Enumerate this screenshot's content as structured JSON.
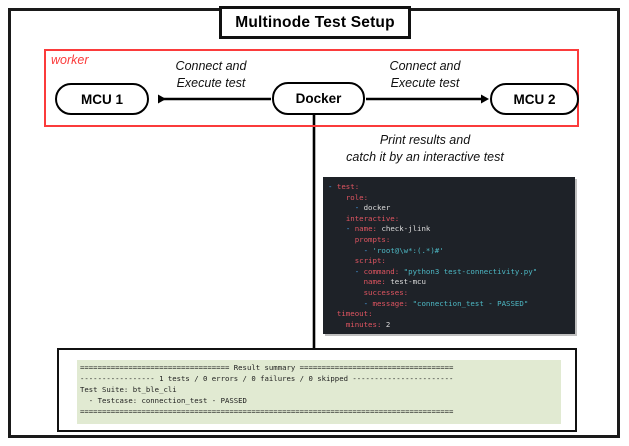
{
  "title": {
    "text": "Multinode Test Setup"
  },
  "worker": {
    "label": "worker"
  },
  "nodes": {
    "mcu1": "MCU 1",
    "docker": "Docker",
    "mcu2": "MCU 2"
  },
  "edges": {
    "left": {
      "line1": "Connect and",
      "line2": "Execute test"
    },
    "right": {
      "line1": "Connect and",
      "line2": "Execute test"
    },
    "down": {
      "line1": "Print results and",
      "line2": "catch it by an interactive test"
    }
  },
  "terminal": {
    "lines": [
      [
        {
          "t": "- ",
          "c": "d"
        },
        {
          "t": "test",
          "c": "k"
        },
        {
          "t": ":",
          "c": "k"
        }
      ],
      [
        {
          "t": "    ",
          "c": "v"
        },
        {
          "t": "role",
          "c": "k"
        },
        {
          "t": ":",
          "c": "k"
        }
      ],
      [
        {
          "t": "      ",
          "c": "v"
        },
        {
          "t": "- ",
          "c": "d"
        },
        {
          "t": "docker",
          "c": "v"
        }
      ],
      [
        {
          "t": "    ",
          "c": "v"
        },
        {
          "t": "interactive",
          "c": "k"
        },
        {
          "t": ":",
          "c": "k"
        }
      ],
      [
        {
          "t": "    ",
          "c": "v"
        },
        {
          "t": "- ",
          "c": "d"
        },
        {
          "t": "name",
          "c": "k"
        },
        {
          "t": ": ",
          "c": "k"
        },
        {
          "t": "check-jlink",
          "c": "v"
        }
      ],
      [
        {
          "t": "      ",
          "c": "v"
        },
        {
          "t": "prompts",
          "c": "k"
        },
        {
          "t": ":",
          "c": "k"
        }
      ],
      [
        {
          "t": "        ",
          "c": "v"
        },
        {
          "t": "- ",
          "c": "d"
        },
        {
          "t": "'root@\\w*:(.*)#'",
          "c": "s"
        }
      ],
      [
        {
          "t": "      ",
          "c": "v"
        },
        {
          "t": "script",
          "c": "k"
        },
        {
          "t": ":",
          "c": "k"
        }
      ],
      [
        {
          "t": "      ",
          "c": "v"
        },
        {
          "t": "- ",
          "c": "d"
        },
        {
          "t": "command",
          "c": "k"
        },
        {
          "t": ": ",
          "c": "k"
        },
        {
          "t": "\"python3 test-connectivity.py\"",
          "c": "s"
        }
      ],
      [
        {
          "t": "        ",
          "c": "v"
        },
        {
          "t": "name",
          "c": "k"
        },
        {
          "t": ": ",
          "c": "k"
        },
        {
          "t": "test-mcu",
          "c": "v"
        }
      ],
      [
        {
          "t": "        ",
          "c": "v"
        },
        {
          "t": "successes",
          "c": "k"
        },
        {
          "t": ":",
          "c": "k"
        }
      ],
      [
        {
          "t": "        ",
          "c": "v"
        },
        {
          "t": "- ",
          "c": "d"
        },
        {
          "t": "message",
          "c": "k"
        },
        {
          "t": ": ",
          "c": "k"
        },
        {
          "t": "\"connection_test - PASSED\"",
          "c": "s"
        }
      ],
      [
        {
          "t": "  ",
          "c": "v"
        },
        {
          "t": "timeout",
          "c": "k"
        },
        {
          "t": ":",
          "c": "k"
        }
      ],
      [
        {
          "t": "    ",
          "c": "v"
        },
        {
          "t": "minutes",
          "c": "k"
        },
        {
          "t": ": ",
          "c": "k"
        },
        {
          "t": "2",
          "c": "v"
        }
      ]
    ]
  },
  "result_summary": {
    "lines": [
      "================================== Result summary ===================================",
      "----------------- 1 tests / 0 errors / 0 failures / 0 skipped -----------------------",
      "Test Suite: bt_ble_cli",
      "  - Testcase: connection_test - PASSED",
      "====================================================================================="
    ]
  },
  "colors": {
    "worker_red": "#fb3b3b",
    "terminal_bg": "#1e2228",
    "result_bg": "#e1ead2",
    "yaml_key": "#e05561",
    "yaml_string": "#4db8c4",
    "yaml_dash": "#4aa5f0"
  }
}
